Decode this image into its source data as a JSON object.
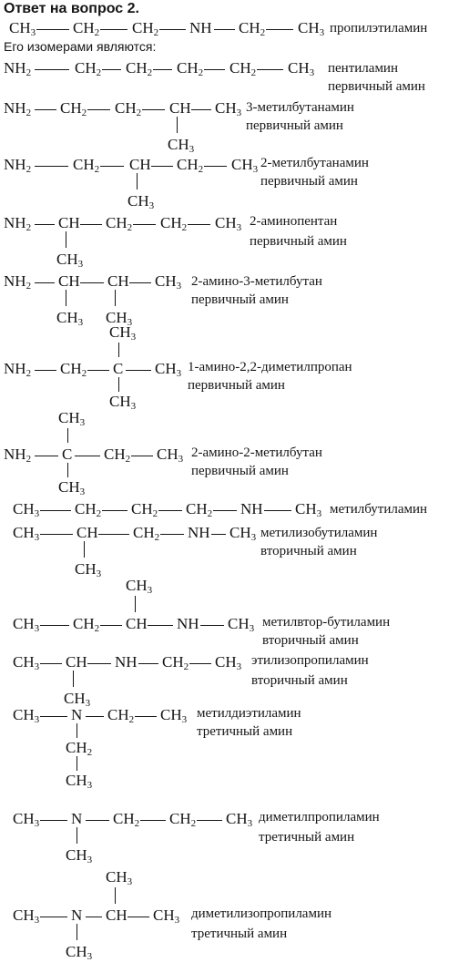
{
  "header": "Ответ на вопрос 2.",
  "intro": "Его изомерами являются:",
  "groups": [
    "CH",
    "H",
    "NH",
    "N",
    "C"
  ],
  "subscripts": [
    "2",
    "3"
  ],
  "sections": [
    {
      "name": "пропилэтиламин",
      "type": ""
    },
    {
      "name": "пентиламин",
      "type": "первичный амин"
    },
    {
      "name": "3-метилбутанамин",
      "type": "первичный амин"
    },
    {
      "name": "2-метилбутанамин",
      "type": "первичный амин"
    },
    {
      "name": "2-аминопентан",
      "type": "первичный амин"
    },
    {
      "name": "2-амино-3-метилбутан",
      "type": "первичный амин"
    },
    {
      "name": "1-амино-2,2-диметилпропан",
      "type": "первичный амин"
    },
    {
      "name": "2-амино-2-метилбутан",
      "type": "первичный амин"
    },
    {
      "name": "метилбутиламин",
      "type": ""
    },
    {
      "name": "метилизобутиламин",
      "type": "вторичный амин"
    },
    {
      "name": "метилвтор-бутиламин",
      "type": "вторичный амин"
    },
    {
      "name": "этилизопропиламин",
      "type": "вторичный амин"
    },
    {
      "name": "метилдиэтиламин",
      "type": "третичный амин"
    },
    {
      "name": "диметилпропиламин",
      "type": "третичный амин"
    },
    {
      "name": "диметилизопропиламин",
      "type": "третичный амин"
    }
  ]
}
